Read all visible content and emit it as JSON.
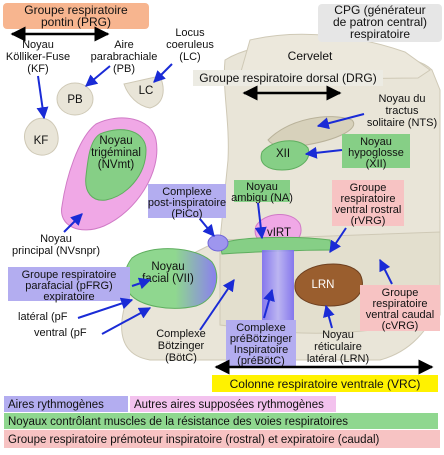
{
  "prg": {
    "title": [
      "Groupe respiratoire",
      "pontin (PRG)"
    ]
  },
  "cpg": {
    "title": [
      "CPG (générateur",
      "de patron central)",
      "respiratoire"
    ]
  },
  "drg": {
    "title": "Groupe respiratoire dorsal (DRG)"
  },
  "vrc": {
    "title": "Colonne respiratoire ventrale (VRC)"
  },
  "nuclei": {
    "pb": "PB",
    "kf": "KF",
    "lc": "LC",
    "xii": "XII",
    "virt": "vIRT",
    "lrn": "LRN",
    "nvmt": [
      "Noyau",
      "trigéminal",
      "(NVmt)"
    ],
    "facial": [
      "Noyau",
      "facial (VII)"
    ]
  },
  "labels": {
    "kf": [
      "Noyau",
      "Kölliker-Fuse",
      "(KF)"
    ],
    "pb": [
      "Aire",
      "parabrachiale",
      "(PB)"
    ],
    "lc": [
      "Locus",
      "coeruleus",
      "(LC)"
    ],
    "cerebellum": "Cervelet",
    "nts": [
      "Noyau du",
      "tractus",
      "solitaire (NTS)"
    ],
    "xii": [
      "Noyau",
      "hypoglosse",
      "(XII)"
    ],
    "pico": [
      "Complexe",
      "post-inspiratoire",
      "(PiCo)"
    ],
    "na": [
      "Noyau",
      "ambigu (NA)"
    ],
    "rvrg": [
      "Groupe",
      "respiratoire",
      "ventral rostral",
      "(rVRG)"
    ],
    "nvsnpr": [
      "Noyau",
      "principal (NVsnpr)"
    ],
    "pfrg": [
      "Groupe respiratoire",
      "parafacial (pFRG)",
      "expiratoire"
    ],
    "pfl": "latéral (pF",
    "pfv": "ventral (pF",
    "botc": [
      "Complexe",
      "Bötzinger",
      "(BötC)"
    ],
    "prebotc": [
      "Complexe",
      "préBötzinger",
      "Inspiratoire",
      "(préBötC)"
    ],
    "lrn": [
      "Noyau",
      "réticulaire",
      "latéral (LRN)"
    ],
    "cvrg": [
      "Groupe",
      "respiratoire",
      "ventral caudal",
      "(cVRG)"
    ]
  },
  "legend": [
    "Aires rythmogènes",
    "Autres aires supposées rythmogènes",
    "Noyaux contrôlant muscles de la résistance des voies respiratoires",
    "Groupe respiratoire prémoteur inspiratoire (rostral) et expiratoire (caudal)"
  ],
  "colors": {
    "rhythmogenic": "#b3adf0",
    "other_rhythmogenic": "#f3c2ee",
    "airway_muscles": "#8fd78f",
    "premotor": "#f7c3c3",
    "prg_title": "#f7b58f",
    "vrc_title": "#fff200",
    "arrow": "#1a2bd6",
    "lrn": "#9a5e2e"
  }
}
